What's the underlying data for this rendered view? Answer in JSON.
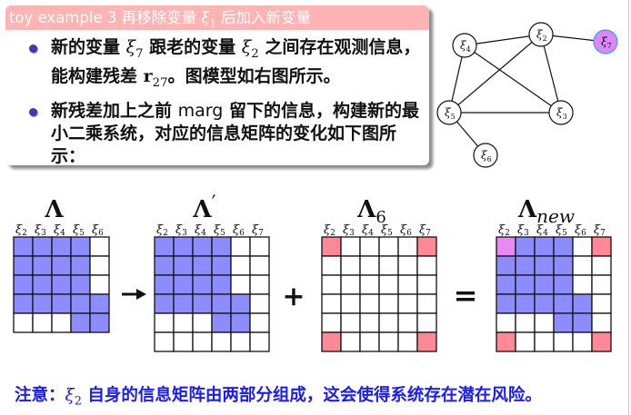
{
  "slide": {
    "title_prefix": "toy example 3 再移除变量 ",
    "title_var": "ξ",
    "title_var_sub": "1",
    "title_suffix": " 后加入新变量",
    "bullets": [
      {
        "segments": [
          {
            "t": "text",
            "v": "新的变量 "
          },
          {
            "t": "math",
            "v": "ξ",
            "sub": "7"
          },
          {
            "t": "text",
            "v": " 跟老的变量 "
          },
          {
            "t": "math",
            "v": "ξ",
            "sub": "2"
          },
          {
            "t": "text",
            "v": " 之间存在观测信息，能构建残差 "
          },
          {
            "t": "mathbold",
            "v": "r",
            "sub": "27"
          },
          {
            "t": "text",
            "v": "。图模型如右图所示。"
          }
        ]
      },
      {
        "segments": [
          {
            "t": "text",
            "v": "新残差加上之前 "
          },
          {
            "t": "plain",
            "v": "marg"
          },
          {
            "t": "text",
            "v": " 留下的信息，构建新的最小二乘系统，对应的信息矩阵的变化如下图所示："
          }
        ]
      }
    ],
    "note_prefix": "注意：",
    "note_var": "ξ",
    "note_var_sub": "2",
    "note_suffix": " 自身的信息矩阵由两部分组成，这会使得系统存在潜在风险。"
  },
  "colors": {
    "title_bar": "#ffb3b3",
    "bullet": "#3a3ab8",
    "blue_cell": "#8c8cff",
    "red_cell": "#ff8896",
    "mixed_cell": "#e98af2",
    "new_node": "#dd88f6",
    "new_node_stroke": "#3aa0f0",
    "note_text": "#1a1aff"
  },
  "graph": {
    "nodes": [
      {
        "id": "x2",
        "label": "ξ",
        "sub": "2",
        "new": false
      },
      {
        "id": "x3",
        "label": "ξ",
        "sub": "3",
        "new": false
      },
      {
        "id": "x4",
        "label": "ξ",
        "sub": "4",
        "new": false
      },
      {
        "id": "x5",
        "label": "ξ",
        "sub": "5",
        "new": false
      },
      {
        "id": "x6",
        "label": "ξ",
        "sub": "6",
        "new": false
      },
      {
        "id": "x7",
        "label": "ξ",
        "sub": "7",
        "new": true
      }
    ],
    "edges": [
      [
        "x4",
        "x2"
      ],
      [
        "x2",
        "x7"
      ],
      [
        "x4",
        "x5"
      ],
      [
        "x4",
        "x3"
      ],
      [
        "x2",
        "x5"
      ],
      [
        "x2",
        "x3"
      ],
      [
        "x5",
        "x3"
      ],
      [
        "x5",
        "x6"
      ]
    ]
  },
  "matrices": [
    {
      "name": "Lambda",
      "symbol": "Λ",
      "symbol_sup": "",
      "symbol_sub": "",
      "columns": [
        "2",
        "3",
        "4",
        "5",
        "6"
      ],
      "cells": [
        [
          1,
          1,
          1,
          1,
          0
        ],
        [
          1,
          1,
          1,
          1,
          0
        ],
        [
          1,
          1,
          1,
          1,
          0
        ],
        [
          1,
          1,
          1,
          1,
          1
        ],
        [
          0,
          0,
          0,
          1,
          1
        ]
      ]
    },
    {
      "name": "Lambda-prime",
      "symbol": "Λ",
      "symbol_sup": "′",
      "symbol_sub": "",
      "columns": [
        "2",
        "3",
        "4",
        "5",
        "6",
        "7"
      ],
      "cells": [
        [
          1,
          1,
          1,
          1,
          0,
          0
        ],
        [
          1,
          1,
          1,
          1,
          0,
          0
        ],
        [
          1,
          1,
          1,
          1,
          0,
          0
        ],
        [
          1,
          1,
          1,
          1,
          1,
          0
        ],
        [
          0,
          0,
          0,
          1,
          1,
          0
        ],
        [
          0,
          0,
          0,
          0,
          0,
          0
        ]
      ]
    },
    {
      "name": "Lambda-6",
      "symbol": "Λ",
      "symbol_sup": "",
      "symbol_sub": "6",
      "columns": [
        "2",
        "3",
        "4",
        "5",
        "6",
        "7"
      ],
      "cells": [
        [
          2,
          0,
          0,
          0,
          0,
          2
        ],
        [
          0,
          0,
          0,
          0,
          0,
          0
        ],
        [
          0,
          0,
          0,
          0,
          0,
          0
        ],
        [
          0,
          0,
          0,
          0,
          0,
          0
        ],
        [
          0,
          0,
          0,
          0,
          0,
          0
        ],
        [
          2,
          0,
          0,
          0,
          0,
          2
        ]
      ]
    },
    {
      "name": "Lambda-new",
      "symbol": "Λ",
      "symbol_sup": "",
      "symbol_sub": "new",
      "columns": [
        "2",
        "3",
        "4",
        "5",
        "6",
        "7"
      ],
      "cells": [
        [
          3,
          1,
          1,
          1,
          0,
          2
        ],
        [
          1,
          1,
          1,
          1,
          0,
          0
        ],
        [
          1,
          1,
          1,
          1,
          0,
          0
        ],
        [
          1,
          1,
          1,
          1,
          1,
          0
        ],
        [
          0,
          0,
          0,
          1,
          1,
          0
        ],
        [
          2,
          0,
          0,
          0,
          0,
          2
        ]
      ]
    }
  ],
  "operators": [
    "→",
    "+",
    "="
  ],
  "cell_legend": {
    "0": "empty",
    "1": "blue (old information)",
    "2": "red (new residual)",
    "3": "purple (both)"
  }
}
